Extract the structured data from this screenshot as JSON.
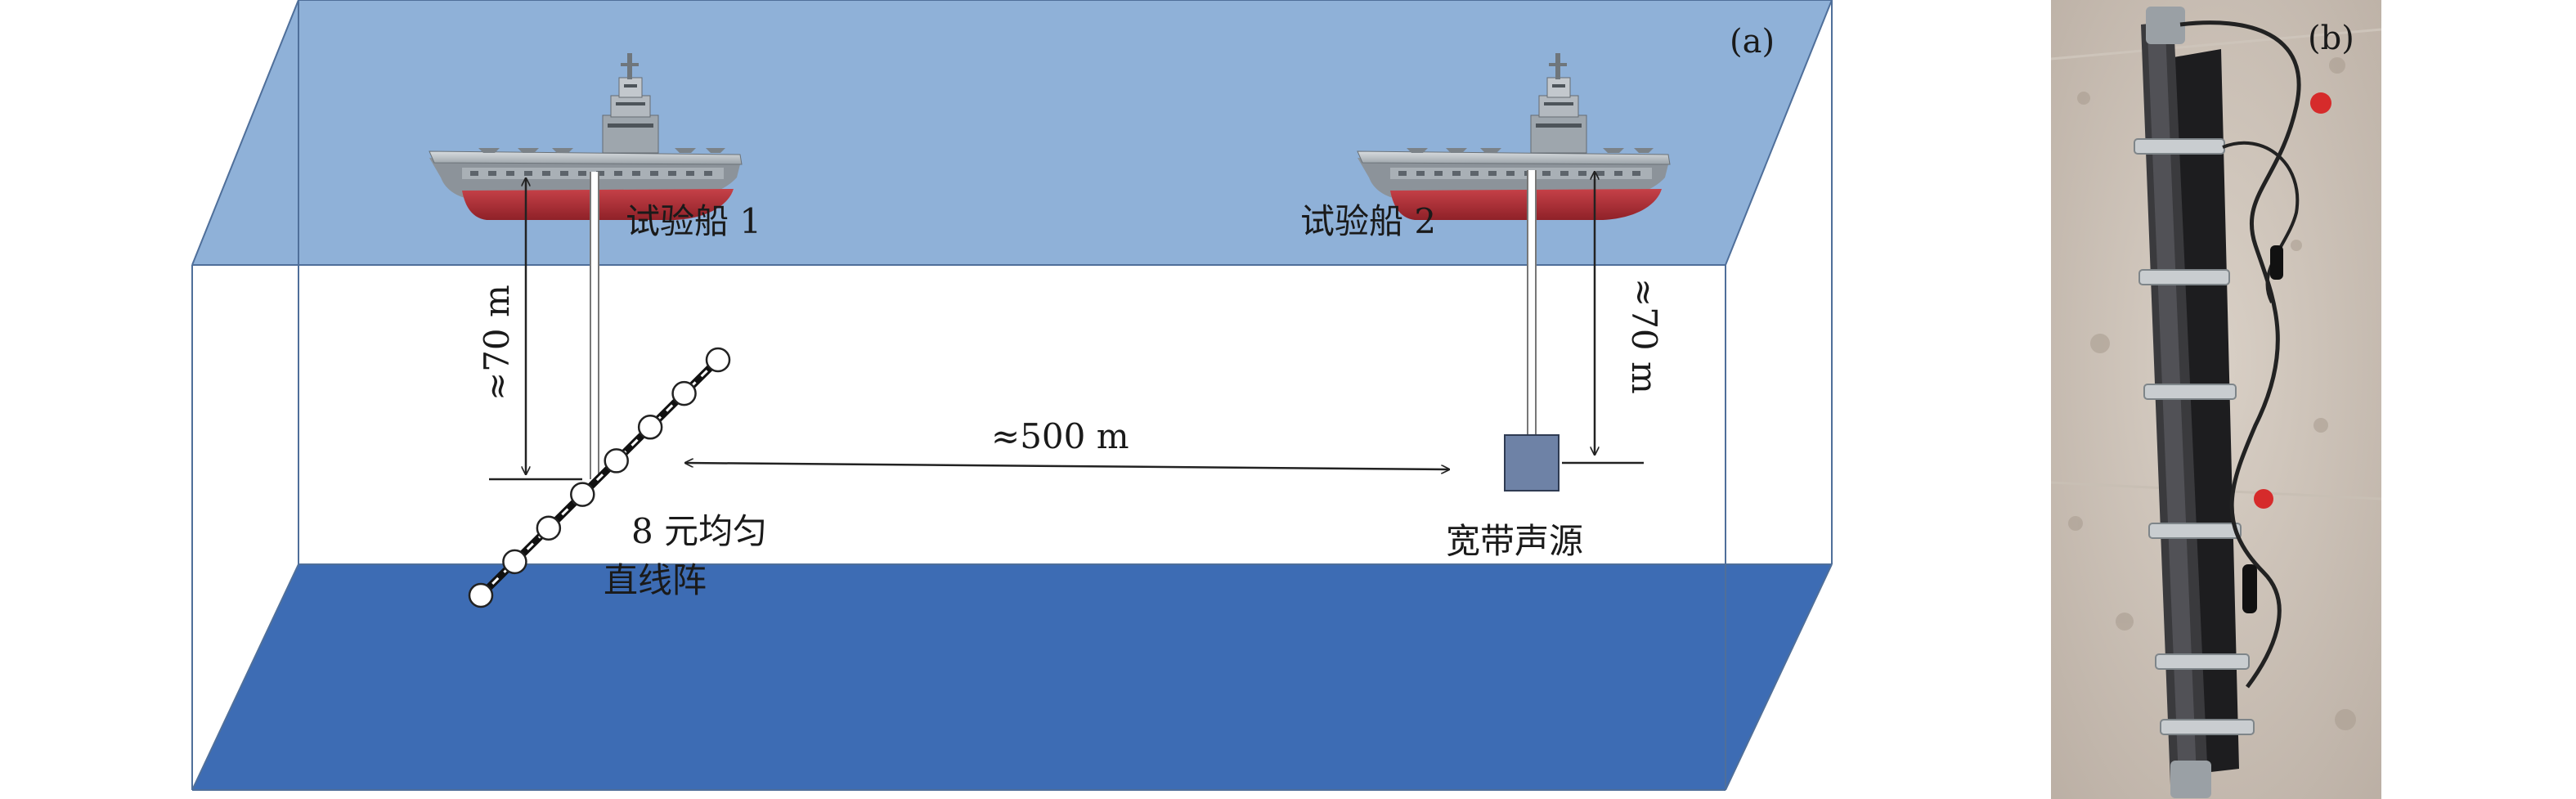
{
  "panel_a": {
    "label": "(a)",
    "ship1_label": "试验船 1",
    "ship2_label": "试验船 2",
    "depth_left": "≈70 m",
    "depth_right": "≈70 m",
    "distance": "≈500 m",
    "array_label_line1": "8 元均匀",
    "array_label_line2": "直线阵",
    "source_label": "宽带声源",
    "hydrophone_count": 8,
    "colors": {
      "sea_surface": "#8fb1d8",
      "seabed": "#3d6cb4",
      "source": "#6e82a6",
      "ship_hull": "#b8333a"
    }
  },
  "panel_b": {
    "label": "(b)",
    "image_name": "hydrophone-array-photo"
  }
}
